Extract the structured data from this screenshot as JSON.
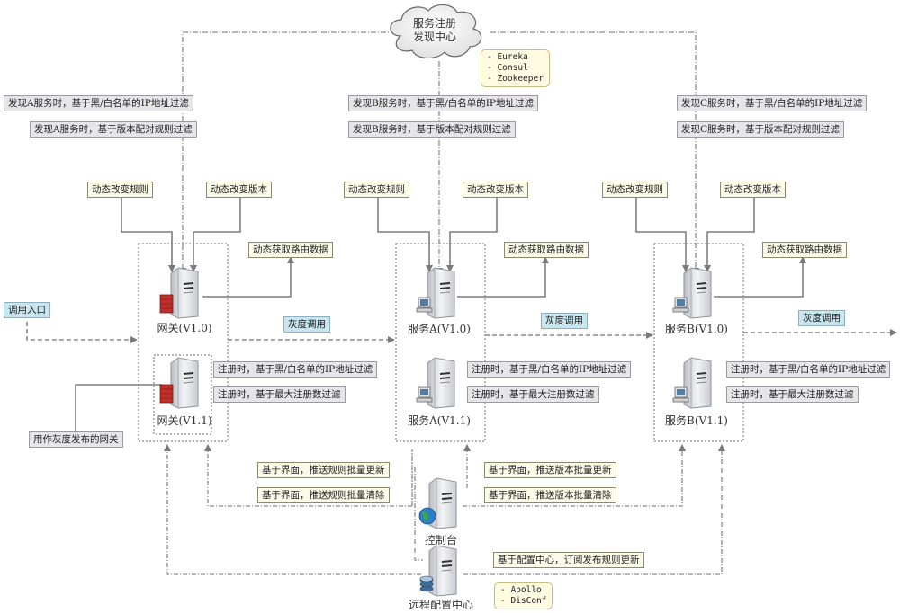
{
  "registry": {
    "title_line1": "服务注册",
    "title_line2": "发现中心",
    "options": [
      "- Eureka",
      "- Consul",
      "- Zookeeper"
    ]
  },
  "discovery_filters": {
    "a_ip": "发现A服务时，基于黑/白名单的IP地址过滤",
    "a_version": "发现A服务时，基于版本配对规则过滤",
    "b_ip": "发现B服务时，基于黑/白名单的IP地址过滤",
    "b_version": "发现B服务时，基于版本配对规则过滤",
    "c_ip": "发现C服务时，基于黑/白名单的IP地址过滤",
    "c_version": "发现C服务时，基于版本配对规则过滤"
  },
  "dynamic": {
    "change_rule": "动态改变规则",
    "change_version": "动态改变版本",
    "fetch_route": "动态获取路由数据"
  },
  "nodes": {
    "gateway_v10": "网关(V1.0)",
    "gateway_v11": "网关(V1.1)",
    "service_a_v10": "服务A(V1.0)",
    "service_a_v11": "服务A(V1.1)",
    "service_b_v10": "服务B(V1.0)",
    "service_b_v11": "服务B(V1.1)",
    "console": "控制台",
    "config_center": "远程配置中心"
  },
  "register_filters": {
    "ip": "注册时，基于黑/白名单的IP地址过滤",
    "max": "注册时，基于最大注册数过滤"
  },
  "flow": {
    "entry": "调用入口",
    "gray_call": "灰度调用",
    "gray_gateway_note": "用作灰度发布的网关"
  },
  "console_actions": {
    "push_rule_update": "基于界面，推送规则批量更新",
    "push_rule_clear": "基于界面，推送规则批量清除",
    "push_version_update": "基于界面，推送版本批量更新",
    "push_version_clear": "基于界面，推送版本批量清除"
  },
  "config": {
    "subscribe": "基于配置中心，订阅发布规则更新",
    "options": [
      "- Apollo",
      "- DisConf"
    ]
  },
  "colors": {
    "line": "#8a8a8a",
    "gray_label": "#e6e6ea",
    "cream_label": "#fbfbe9",
    "blue_label": "#c8e6ef",
    "firewall": "#c0302a"
  }
}
